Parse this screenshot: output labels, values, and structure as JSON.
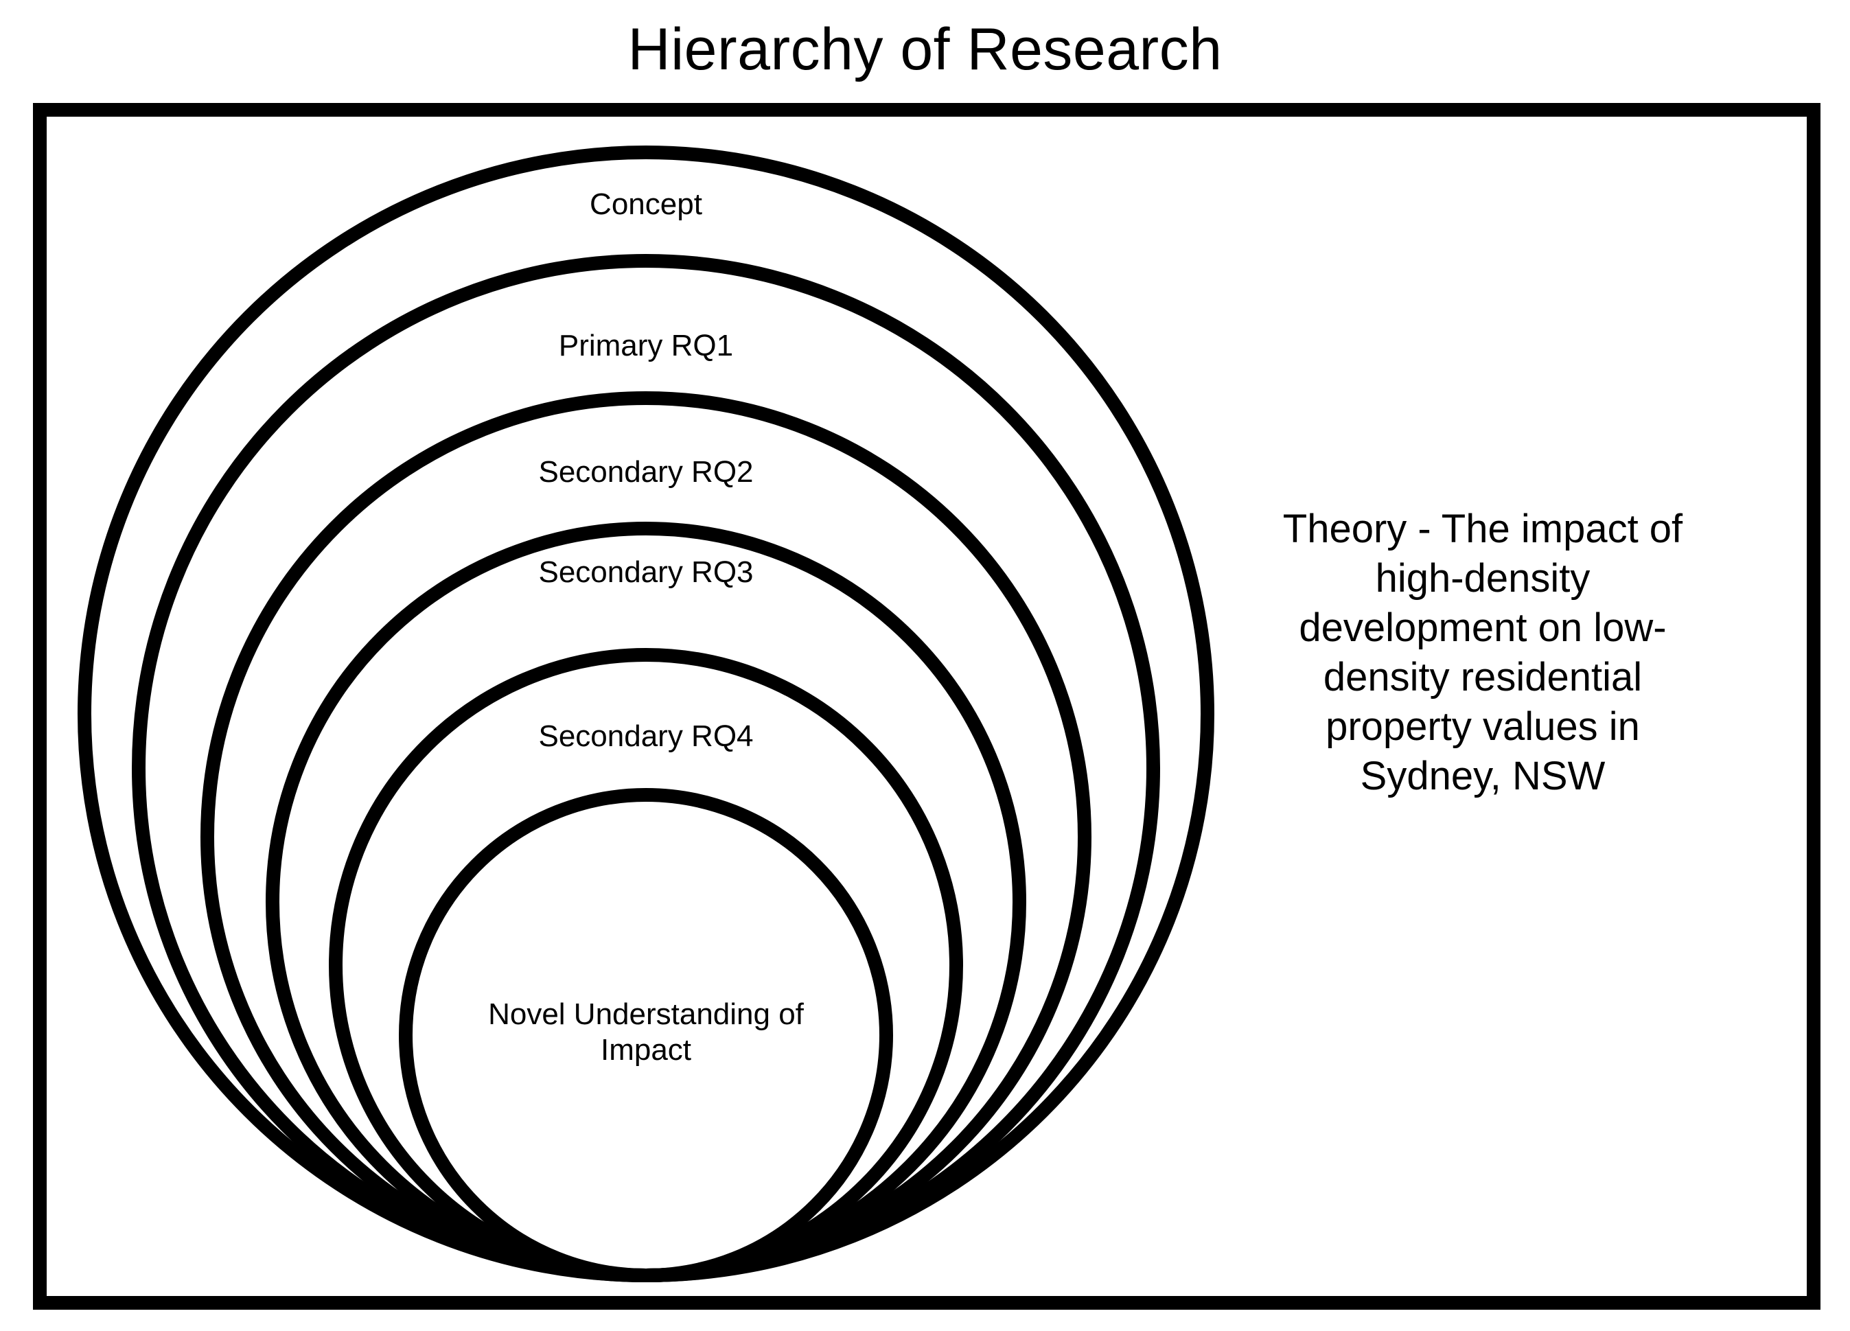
{
  "title": "Hierarchy of Research",
  "levels": [
    {
      "name": "concept",
      "label": "Concept"
    },
    {
      "name": "primary-rq1",
      "label": "Primary RQ1"
    },
    {
      "name": "secondary-rq2",
      "label": "Secondary RQ2"
    },
    {
      "name": "secondary-rq3",
      "label": "Secondary RQ3"
    },
    {
      "name": "secondary-rq4",
      "label": "Secondary RQ4"
    },
    {
      "name": "novel-understanding",
      "label_lines": [
        "Novel Understanding of",
        "Impact"
      ]
    }
  ],
  "theory": "Theory - The impact of\nhigh-density\ndevelopment on low-\ndensity residential\nproperty values in\nSydney, NSW",
  "colors": {
    "stroke": "#000000",
    "background": "#ffffff"
  }
}
